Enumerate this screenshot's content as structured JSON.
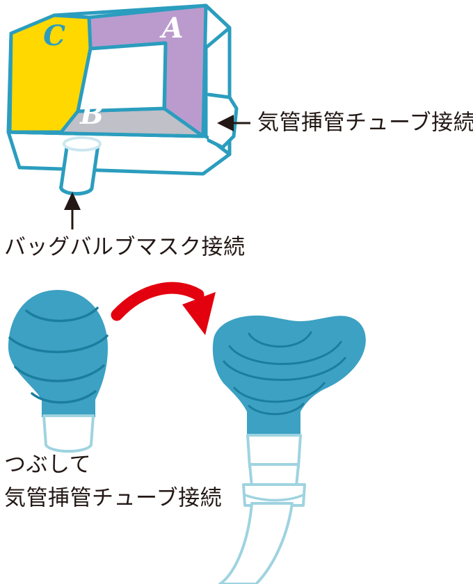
{
  "figure": {
    "title": "Ventilation device connection diagram",
    "background_color": "#ffffff"
  },
  "palette": {
    "outline_teal": "#2B9DBE",
    "face_a_purple": "#BB9BCE",
    "face_b_gray": "#BFC0C8",
    "face_c_yellow": "#FFD800",
    "bulb_teal": "#3CA1C3",
    "bulb_rib_line": "#1B7E9E",
    "tube_light_blue": "#9FD3E0",
    "arrow_red": "#E3000F",
    "pointer_dark": "#231815",
    "text_dark": "#231815",
    "white": "#ffffff"
  },
  "device": {
    "name": "three-way connector block",
    "faces": [
      {
        "id": "A",
        "label": "A",
        "color": "#BB9BCE",
        "label_color": "#ffffff"
      },
      {
        "id": "B",
        "label": "B",
        "color": "#BFC0C8",
        "label_color": "#ffffff"
      },
      {
        "id": "C",
        "label": "C",
        "color": "#FFD800",
        "label_color": "#2B9DBE"
      }
    ]
  },
  "callouts": {
    "side_port": {
      "text": "気管挿管チューブ接続",
      "arrow_direction": "left"
    },
    "bottom_port": {
      "text": "バッグバルブマスク接続",
      "arrow_direction": "up"
    }
  },
  "bulb_sequence": {
    "action_arrow": {
      "name": "squeeze-action-arrow",
      "color": "#E3000F",
      "direction": "right"
    },
    "caption": {
      "line1": "つぶして",
      "line2": "気管挿管チューブ接続"
    },
    "before": {
      "name": "uncompressed-bulb",
      "state": "inflated"
    },
    "after": {
      "name": "compressed-bulb",
      "state": "squeezed"
    }
  }
}
